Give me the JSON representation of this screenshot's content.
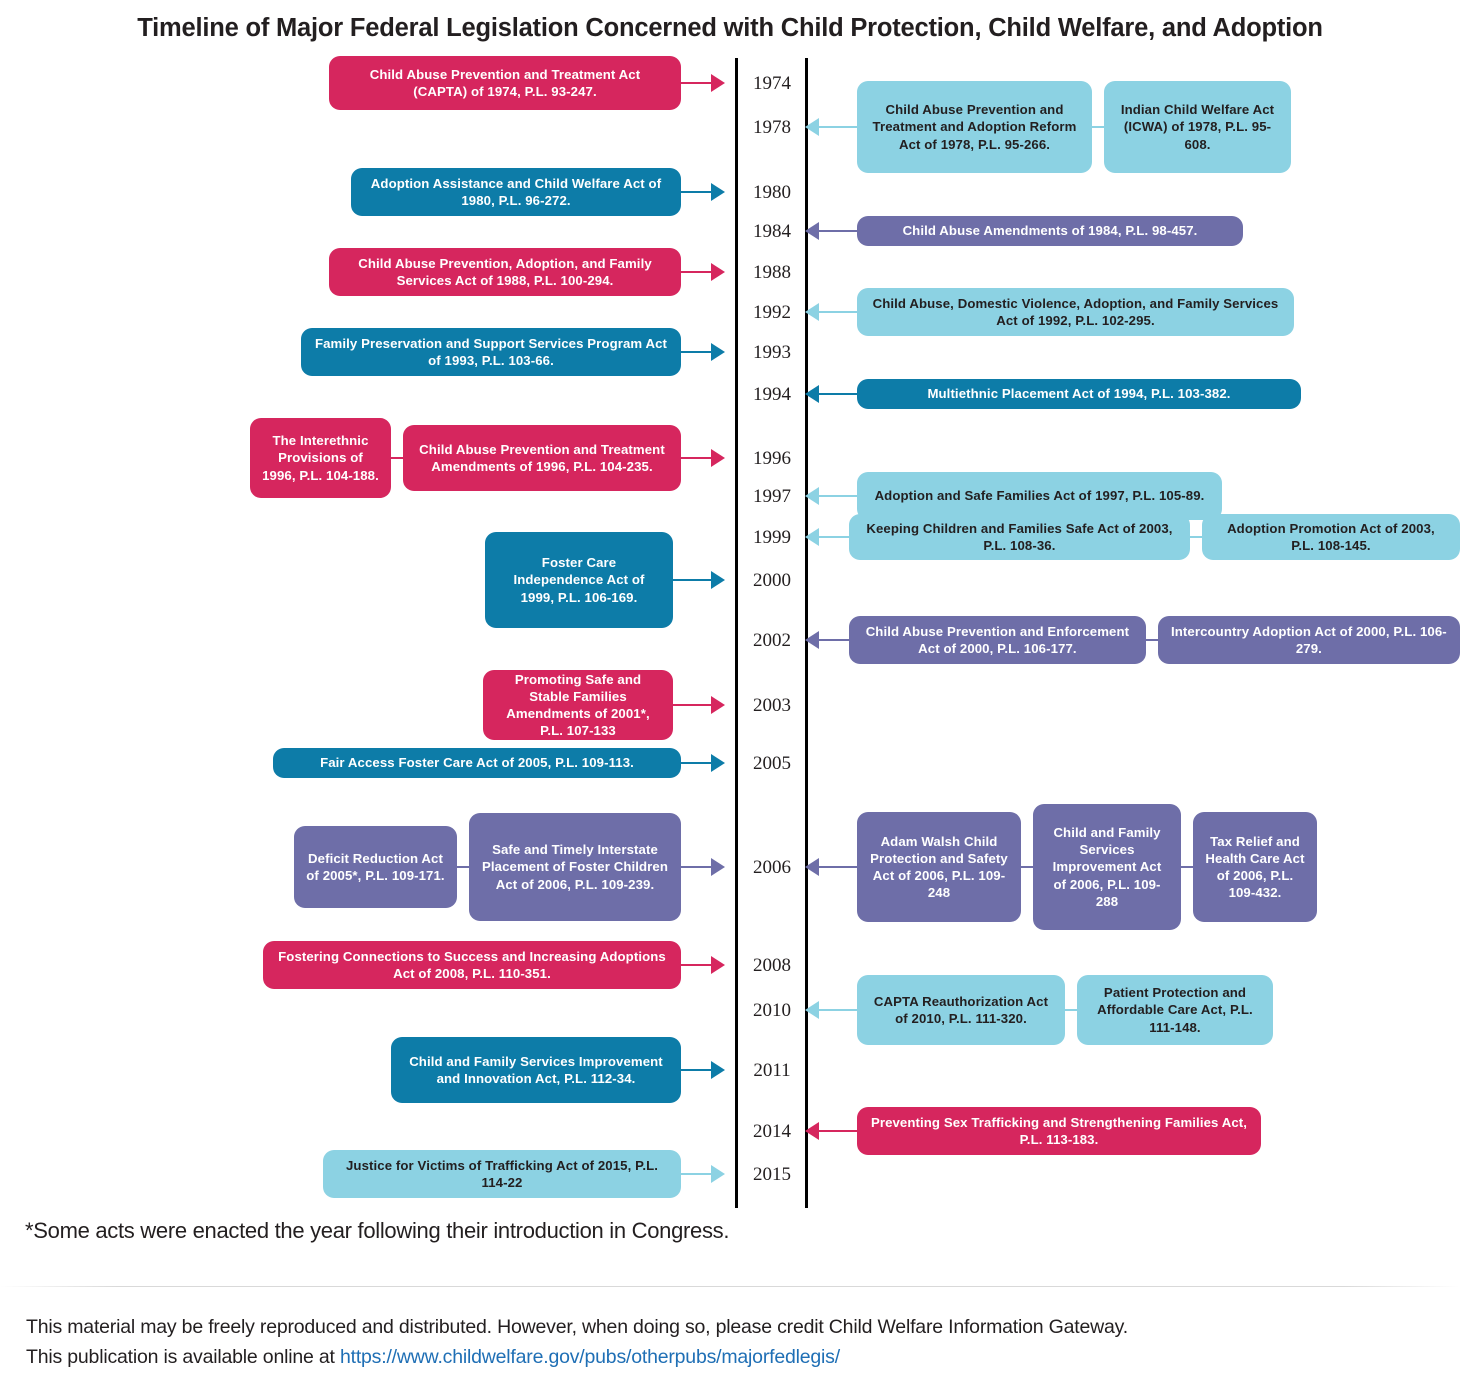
{
  "title": "Timeline of Major Federal Legislation Concerned with Child Protection, Child Welfare, and Adoption",
  "colors": {
    "crimson": "#D6265E",
    "teal": "#0D7CA8",
    "light_blue": "#8CD2E3",
    "purple": "#6E6EA8",
    "rail": "#000000",
    "link_text": "#1F6FB5"
  },
  "years": [
    "1974",
    "1978",
    "1980",
    "1984",
    "1988",
    "1992",
    "1993",
    "1994",
    "1996",
    "1997",
    "1999",
    "2000",
    "2002",
    "2003",
    "2005",
    "2006",
    "2008",
    "2010",
    "2011",
    "2014",
    "2015"
  ],
  "events": [
    {
      "year": "1974",
      "side": "left",
      "color": "crimson",
      "boxes": [
        "Child Abuse Prevention and Treatment Act (CAPTA) of 1974, P.L. 93-247."
      ]
    },
    {
      "year": "1978",
      "side": "right",
      "color": "light_blue",
      "boxes": [
        "Child Abuse Prevention and Treatment and Adoption Reform Act of 1978, P.L. 95-266.",
        "Indian Child Welfare Act (ICWA) of 1978, P.L. 95-608."
      ]
    },
    {
      "year": "1980",
      "side": "left",
      "color": "teal",
      "boxes": [
        "Adoption Assistance and Child Welfare Act of 1980, P.L. 96-272."
      ]
    },
    {
      "year": "1984",
      "side": "right",
      "color": "purple",
      "boxes": [
        "Child Abuse Amendments of 1984, P.L. 98-457."
      ]
    },
    {
      "year": "1988",
      "side": "left",
      "color": "crimson",
      "boxes": [
        "Child Abuse Prevention, Adoption, and Family Services Act of 1988, P.L. 100-294."
      ]
    },
    {
      "year": "1992",
      "side": "right",
      "color": "light_blue",
      "boxes": [
        "Child Abuse, Domestic Violence, Adoption, and Family Services Act of 1992, P.L. 102-295."
      ]
    },
    {
      "year": "1993",
      "side": "left",
      "color": "teal",
      "boxes": [
        "Family Preservation and Support Services Program Act of 1993, P.L. 103-66."
      ]
    },
    {
      "year": "1994",
      "side": "right",
      "color": "teal",
      "boxes": [
        "Multiethnic Placement Act of 1994, P.L. 103-382."
      ]
    },
    {
      "year": "1996",
      "side": "left",
      "color": "crimson",
      "boxes": [
        "The Interethnic Provisions of 1996, P.L. 104-188.",
        "Child Abuse Prevention and Treatment Amendments of 1996, P.L. 104-235."
      ]
    },
    {
      "year": "1997",
      "side": "right",
      "color": "light_blue",
      "boxes": [
        "Adoption and Safe Families Act of 1997, P.L. 105-89."
      ]
    },
    {
      "year": "1999",
      "side": "left",
      "color": "teal",
      "boxes": [
        "Foster Care Independence Act of 1999, P.L. 106-169."
      ]
    },
    {
      "year": "2000",
      "side": "right",
      "color": "purple",
      "boxes": [
        "Child Abuse Prevention and Enforcement Act of 2000, P.L. 106-177.",
        "Intercountry Adoption Act of 2000, P.L. 106-279."
      ]
    },
    {
      "year": "2002",
      "side": "left",
      "color": "crimson",
      "boxes": [
        "Promoting Safe and Stable Families Amendments of 2001*, P.L. 107-133"
      ]
    },
    {
      "year": "2003",
      "side": "right",
      "color": "light_blue",
      "boxes": [
        "Keeping Children and Families Safe Act of 2003, P.L. 108-36.",
        "Adoption Promotion Act of 2003, P.L. 108-145."
      ]
    },
    {
      "year": "2005",
      "side": "left",
      "color": "teal",
      "boxes": [
        "Fair Access Foster Care Act of 2005, P.L. 109-113."
      ]
    },
    {
      "year": "2006",
      "side": "left",
      "color": "purple",
      "boxes": [
        "Deficit Reduction Act of 2005*, P.L. 109-171.",
        "Safe and Timely Interstate Placement of Foster Children Act of 2006, P.L. 109-239."
      ]
    },
    {
      "year": "2006",
      "side": "right",
      "color": "purple",
      "boxes": [
        "Adam Walsh Child Protection and Safety Act of 2006, P.L. 109-248",
        "Child and Family Services Improvement Act of 2006, P.L. 109-288",
        "Tax Relief and Health Care Act of 2006, P.L. 109-432."
      ]
    },
    {
      "year": "2008",
      "side": "left",
      "color": "crimson",
      "boxes": [
        "Fostering Connections to Success and Increasing Adoptions Act of 2008, P.L. 110-351."
      ]
    },
    {
      "year": "2010",
      "side": "right",
      "color": "light_blue",
      "boxes": [
        "CAPTA Reauthorization Act of 2010, P.L. 111-320.",
        "Patient Protection and Affordable Care Act, P.L. 111-148."
      ]
    },
    {
      "year": "2011",
      "side": "left",
      "color": "teal",
      "boxes": [
        "Child and Family Services Improvement and Innovation Act, P.L. 112-34."
      ]
    },
    {
      "year": "2014",
      "side": "right",
      "color": "crimson",
      "boxes": [
        "Preventing Sex Trafficking and Strengthening Families Act, P.L. 113-183."
      ]
    },
    {
      "year": "2015",
      "side": "left",
      "color": "light_blue",
      "boxes": [
        "Justice for Victims of Trafficking Act of 2015, P.L. 114-22"
      ]
    }
  ],
  "footnote": "*Some acts were enacted the year following their introduction in Congress.",
  "credit": {
    "line1": "This material may be freely reproduced and distributed. However, when doing so, please credit Child Welfare Information Gateway.",
    "line2_prefix": "This publication is available online at ",
    "url": "https://www.childwelfare.gov/pubs/otherpubs/majorfedlegis/"
  }
}
